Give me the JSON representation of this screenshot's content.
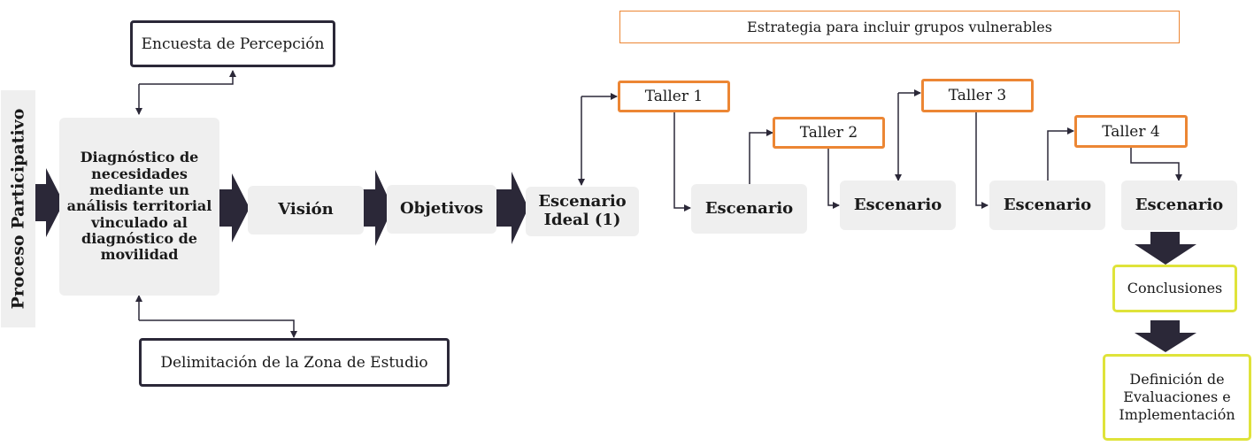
{
  "side_label": "Proceso Participativo",
  "encuesta": "Encuesta de Percepción",
  "delimitacion": "Delimitación de la Zona de Estudio",
  "diagnostico": "Diagnóstico de necesidades mediante un análisis territorial vinculado al diagnóstico de movilidad",
  "vision": "Visión",
  "objetivos": "Objetivos",
  "escenario_ideal": "Escenario Ideal (1)",
  "estrategia": "Estrategia para incluir grupos vulnerables",
  "talleres": [
    "Taller 1",
    "Taller 2",
    "Taller 3",
    "Taller 4"
  ],
  "escenarios": [
    "Escenario",
    "Escenario",
    "Escenario",
    "Escenario"
  ],
  "conclusiones": "Conclusiones",
  "definicion": "Definición de Evaluaciones e Implementación",
  "colors": {
    "dark": "#2b2838",
    "orange": "#ec8634",
    "yellow": "#dfe33a",
    "gray": "#efefef"
  }
}
